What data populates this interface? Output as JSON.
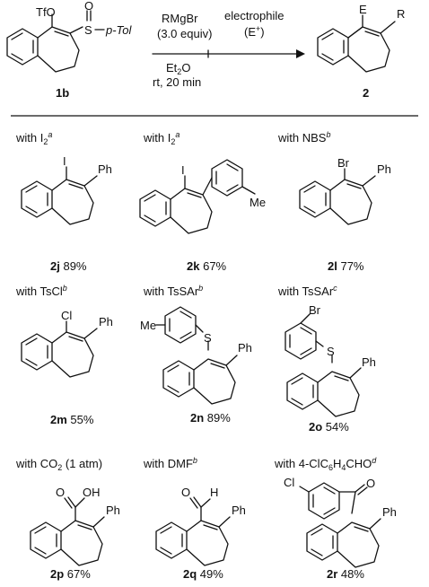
{
  "scheme": {
    "sm_compound": "1b",
    "sm_labels": {
      "tfo": "TfO",
      "sulfur": "S",
      "oxygen": "O",
      "tol": "p-Tol"
    },
    "reagent": {
      "grignard": "RMgBr",
      "equiv": "(3.0 equiv)",
      "solvent_base": "Et",
      "solvent_sub": "2",
      "solvent_end": "O",
      "cond": "rt, 20 min"
    },
    "electrophile": {
      "name": "electrophile",
      "label_open": "(E",
      "label_sup": "+",
      "label_close": ")"
    },
    "product_compound": "2",
    "product_labels": {
      "e": "E",
      "r": "R"
    }
  },
  "panels": [
    {
      "header_base": "with I",
      "header_sub": "2",
      "header_sup": "a",
      "compound": "2j",
      "yield": "89%",
      "atoms": [
        "I",
        "Ph"
      ]
    },
    {
      "header_base": "with I",
      "header_sub": "2",
      "header_sup": "a",
      "compound": "2k",
      "yield": "67%",
      "atoms": [
        "I",
        "Me"
      ]
    },
    {
      "header_base": "with NBS",
      "header_sub": "",
      "header_sup": "b",
      "compound": "2l",
      "yield": "77%",
      "atoms": [
        "Br",
        "Ph"
      ]
    },
    {
      "header_base": "with TsCl",
      "header_sub": "",
      "header_sup": "b",
      "compound": "2m",
      "yield": "55%",
      "atoms": [
        "Cl",
        "Ph"
      ]
    },
    {
      "header_base": "with TsSAr",
      "header_sub": "",
      "header_sup": "b",
      "compound": "2n",
      "yield": "89%",
      "atoms": [
        "Me",
        "S",
        "Ph"
      ]
    },
    {
      "header_base": "with TsSAr",
      "header_sub": "",
      "header_sup": "c",
      "compound": "2o",
      "yield": "54%",
      "atoms": [
        "Br",
        "S",
        "Ph"
      ]
    },
    {
      "header_base": "with CO",
      "header_sub": "2",
      "header_sup": "",
      "header_tail": " (1 atm)",
      "compound": "2p",
      "yield": "67%",
      "atoms": [
        "O",
        "OH",
        "Ph"
      ]
    },
    {
      "header_base": "with DMF",
      "header_sub": "",
      "header_sup": "b",
      "compound": "2q",
      "yield": "49%",
      "atoms": [
        "O",
        "H",
        "Ph"
      ]
    },
    {
      "header_base": "with 4-ClC",
      "header_sub": "6",
      "header_mid": "H",
      "header_sub2": "4",
      "header_tail": "CHO",
      "header_sup": "d",
      "compound": "2r",
      "yield": "48%",
      "atoms": [
        "Cl",
        "O",
        "Ph"
      ]
    }
  ]
}
